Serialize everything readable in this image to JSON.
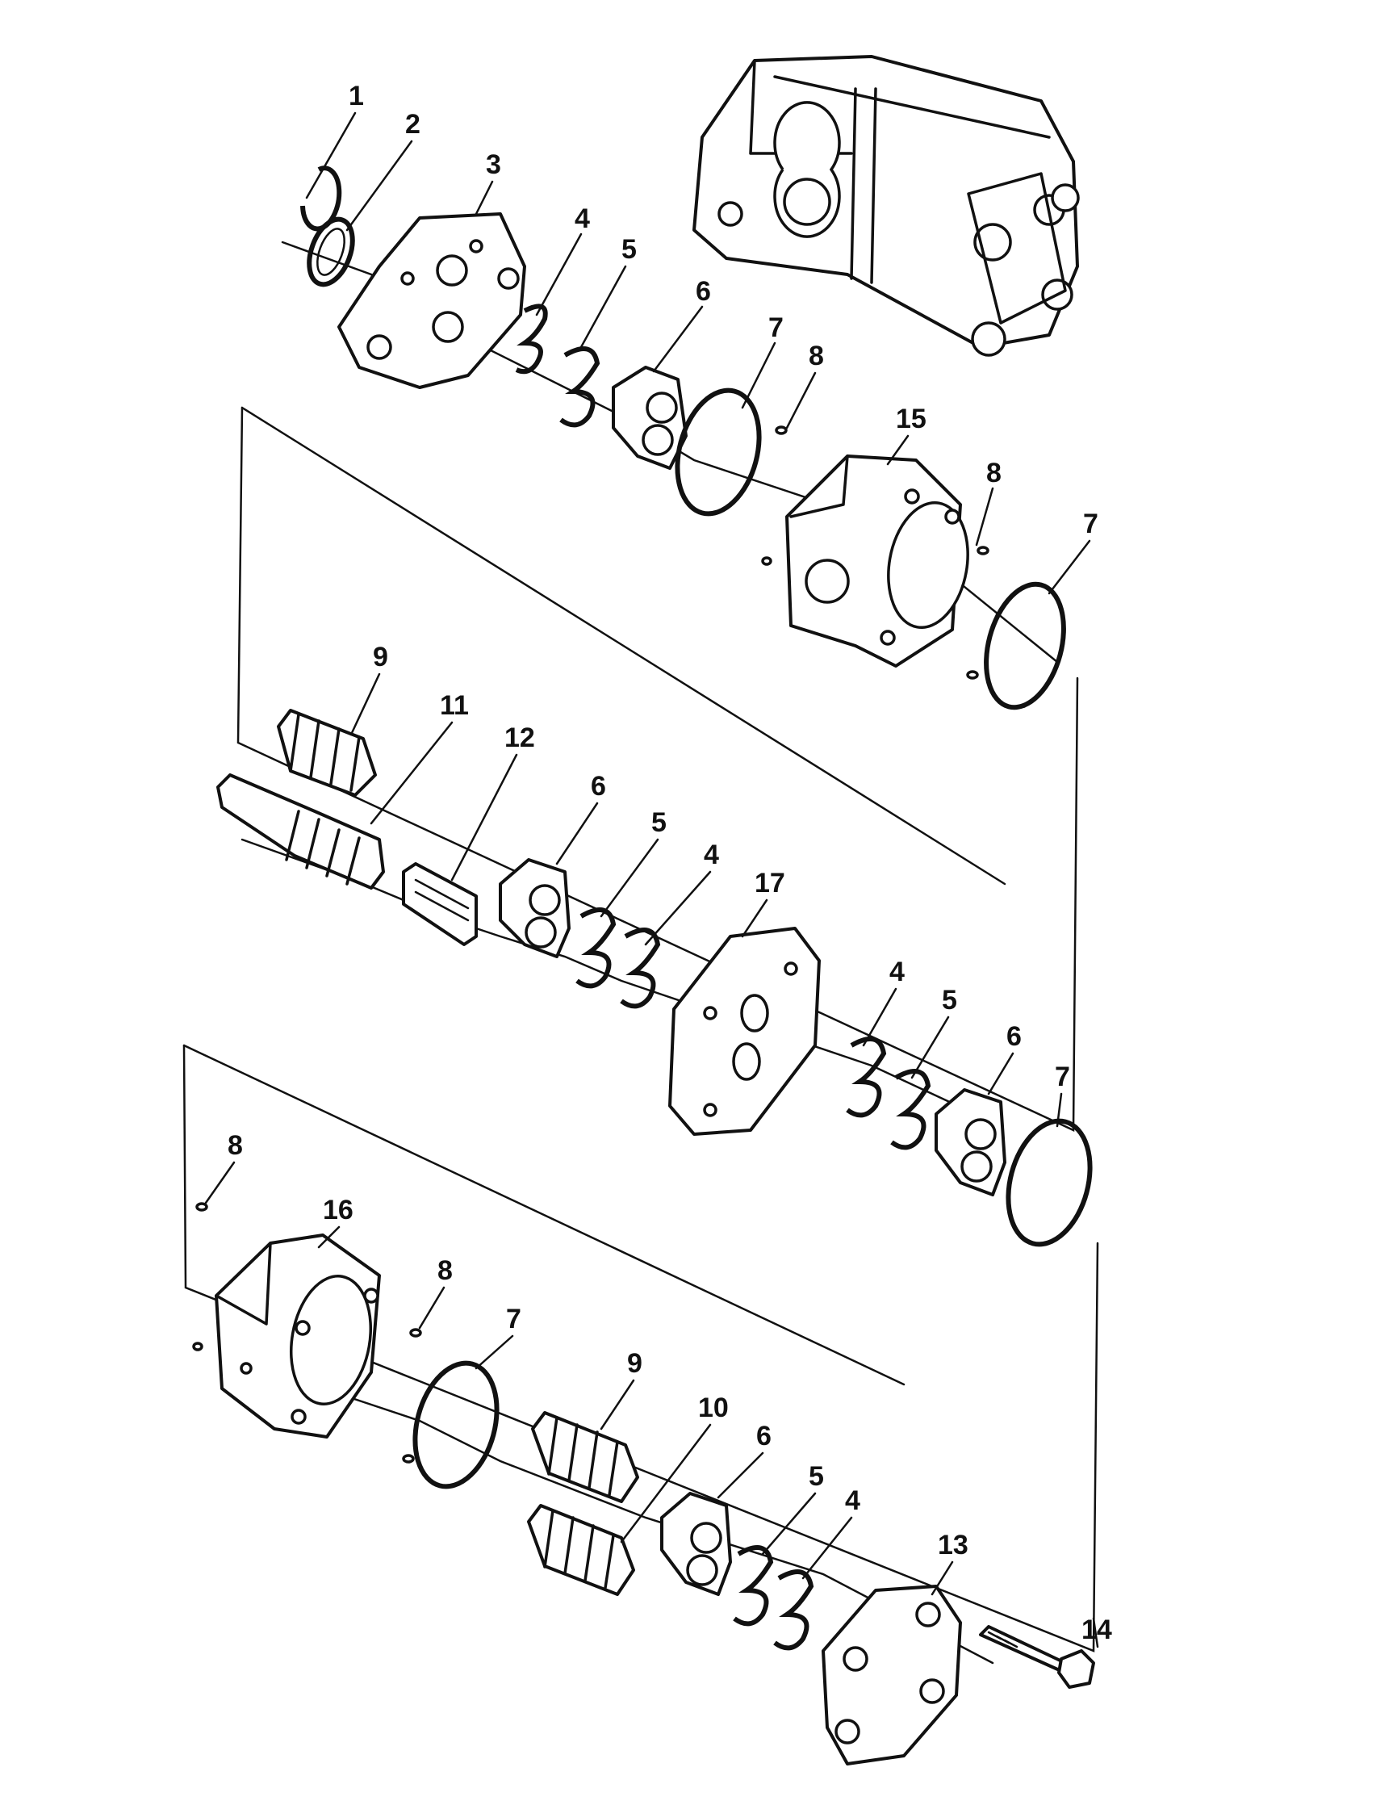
{
  "diagram": {
    "callouts": [
      {
        "id": "c1",
        "text": "1"
      },
      {
        "id": "c2",
        "text": "2"
      },
      {
        "id": "c3",
        "text": "3"
      },
      {
        "id": "c4a",
        "text": "4"
      },
      {
        "id": "c5a",
        "text": "5"
      },
      {
        "id": "c6a",
        "text": "6"
      },
      {
        "id": "c7a",
        "text": "7"
      },
      {
        "id": "c8a",
        "text": "8"
      },
      {
        "id": "c15",
        "text": "15"
      },
      {
        "id": "c8b",
        "text": "8"
      },
      {
        "id": "c7b",
        "text": "7"
      },
      {
        "id": "c9a",
        "text": "9"
      },
      {
        "id": "c11",
        "text": "11"
      },
      {
        "id": "c12",
        "text": "12"
      },
      {
        "id": "c6b",
        "text": "6"
      },
      {
        "id": "c5b",
        "text": "5"
      },
      {
        "id": "c4b",
        "text": "4"
      },
      {
        "id": "c17",
        "text": "17"
      },
      {
        "id": "c4c",
        "text": "4"
      },
      {
        "id": "c5c",
        "text": "5"
      },
      {
        "id": "c6c",
        "text": "6"
      },
      {
        "id": "c7c",
        "text": "7"
      },
      {
        "id": "c8c",
        "text": "8"
      },
      {
        "id": "c16",
        "text": "16"
      },
      {
        "id": "c8d",
        "text": "8"
      },
      {
        "id": "c7d",
        "text": "7"
      },
      {
        "id": "c9b",
        "text": "9"
      },
      {
        "id": "c10",
        "text": "10"
      },
      {
        "id": "c6d",
        "text": "6"
      },
      {
        "id": "c5d",
        "text": "5"
      },
      {
        "id": "c4d",
        "text": "4"
      },
      {
        "id": "c13",
        "text": "13"
      },
      {
        "id": "c14",
        "text": "14"
      }
    ]
  }
}
